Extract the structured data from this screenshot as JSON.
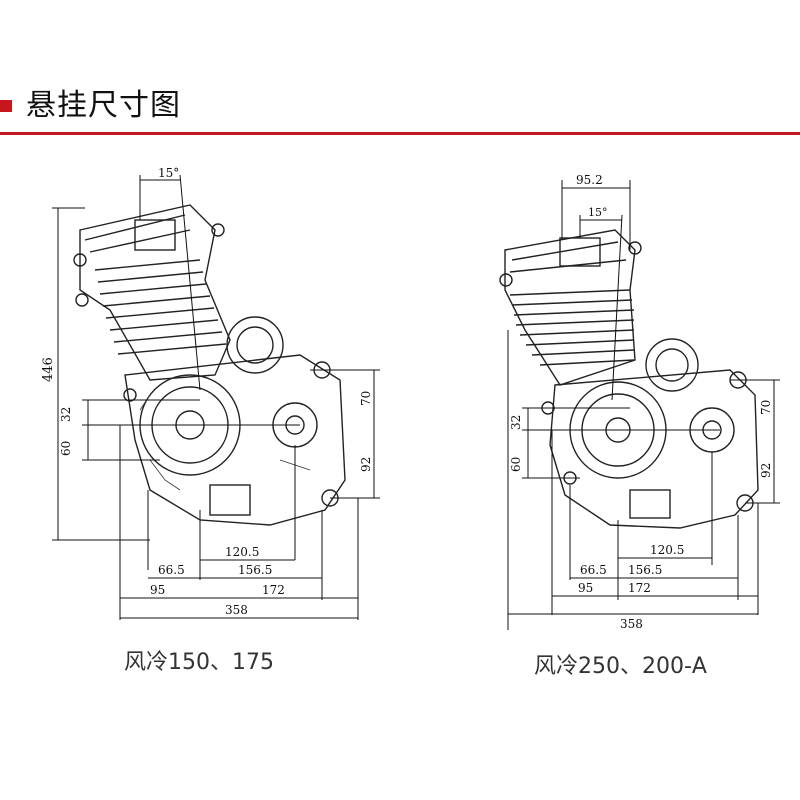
{
  "header": {
    "title": "悬挂尺寸图",
    "accent_color": "#c8161d"
  },
  "diagrams": [
    {
      "caption": "风冷150、175",
      "angle": "15°",
      "dims": {
        "d446": "446",
        "d32": "32",
        "d60": "60",
        "d70": "70",
        "d92": "92",
        "d66_5": "66.5",
        "d120_5": "120.5",
        "d156_5": "156.5",
        "d95": "95",
        "d172": "172",
        "d358": "358"
      }
    },
    {
      "caption": "风冷250、200-A",
      "angle": "15°",
      "dims": {
        "d95_2": "95.2",
        "d32": "32",
        "d60": "60",
        "d70": "70",
        "d92": "92",
        "d66_5": "66.5",
        "d120_5": "120.5",
        "d156_5": "156.5",
        "d95": "95",
        "d172": "172",
        "d358": "358"
      }
    }
  ]
}
